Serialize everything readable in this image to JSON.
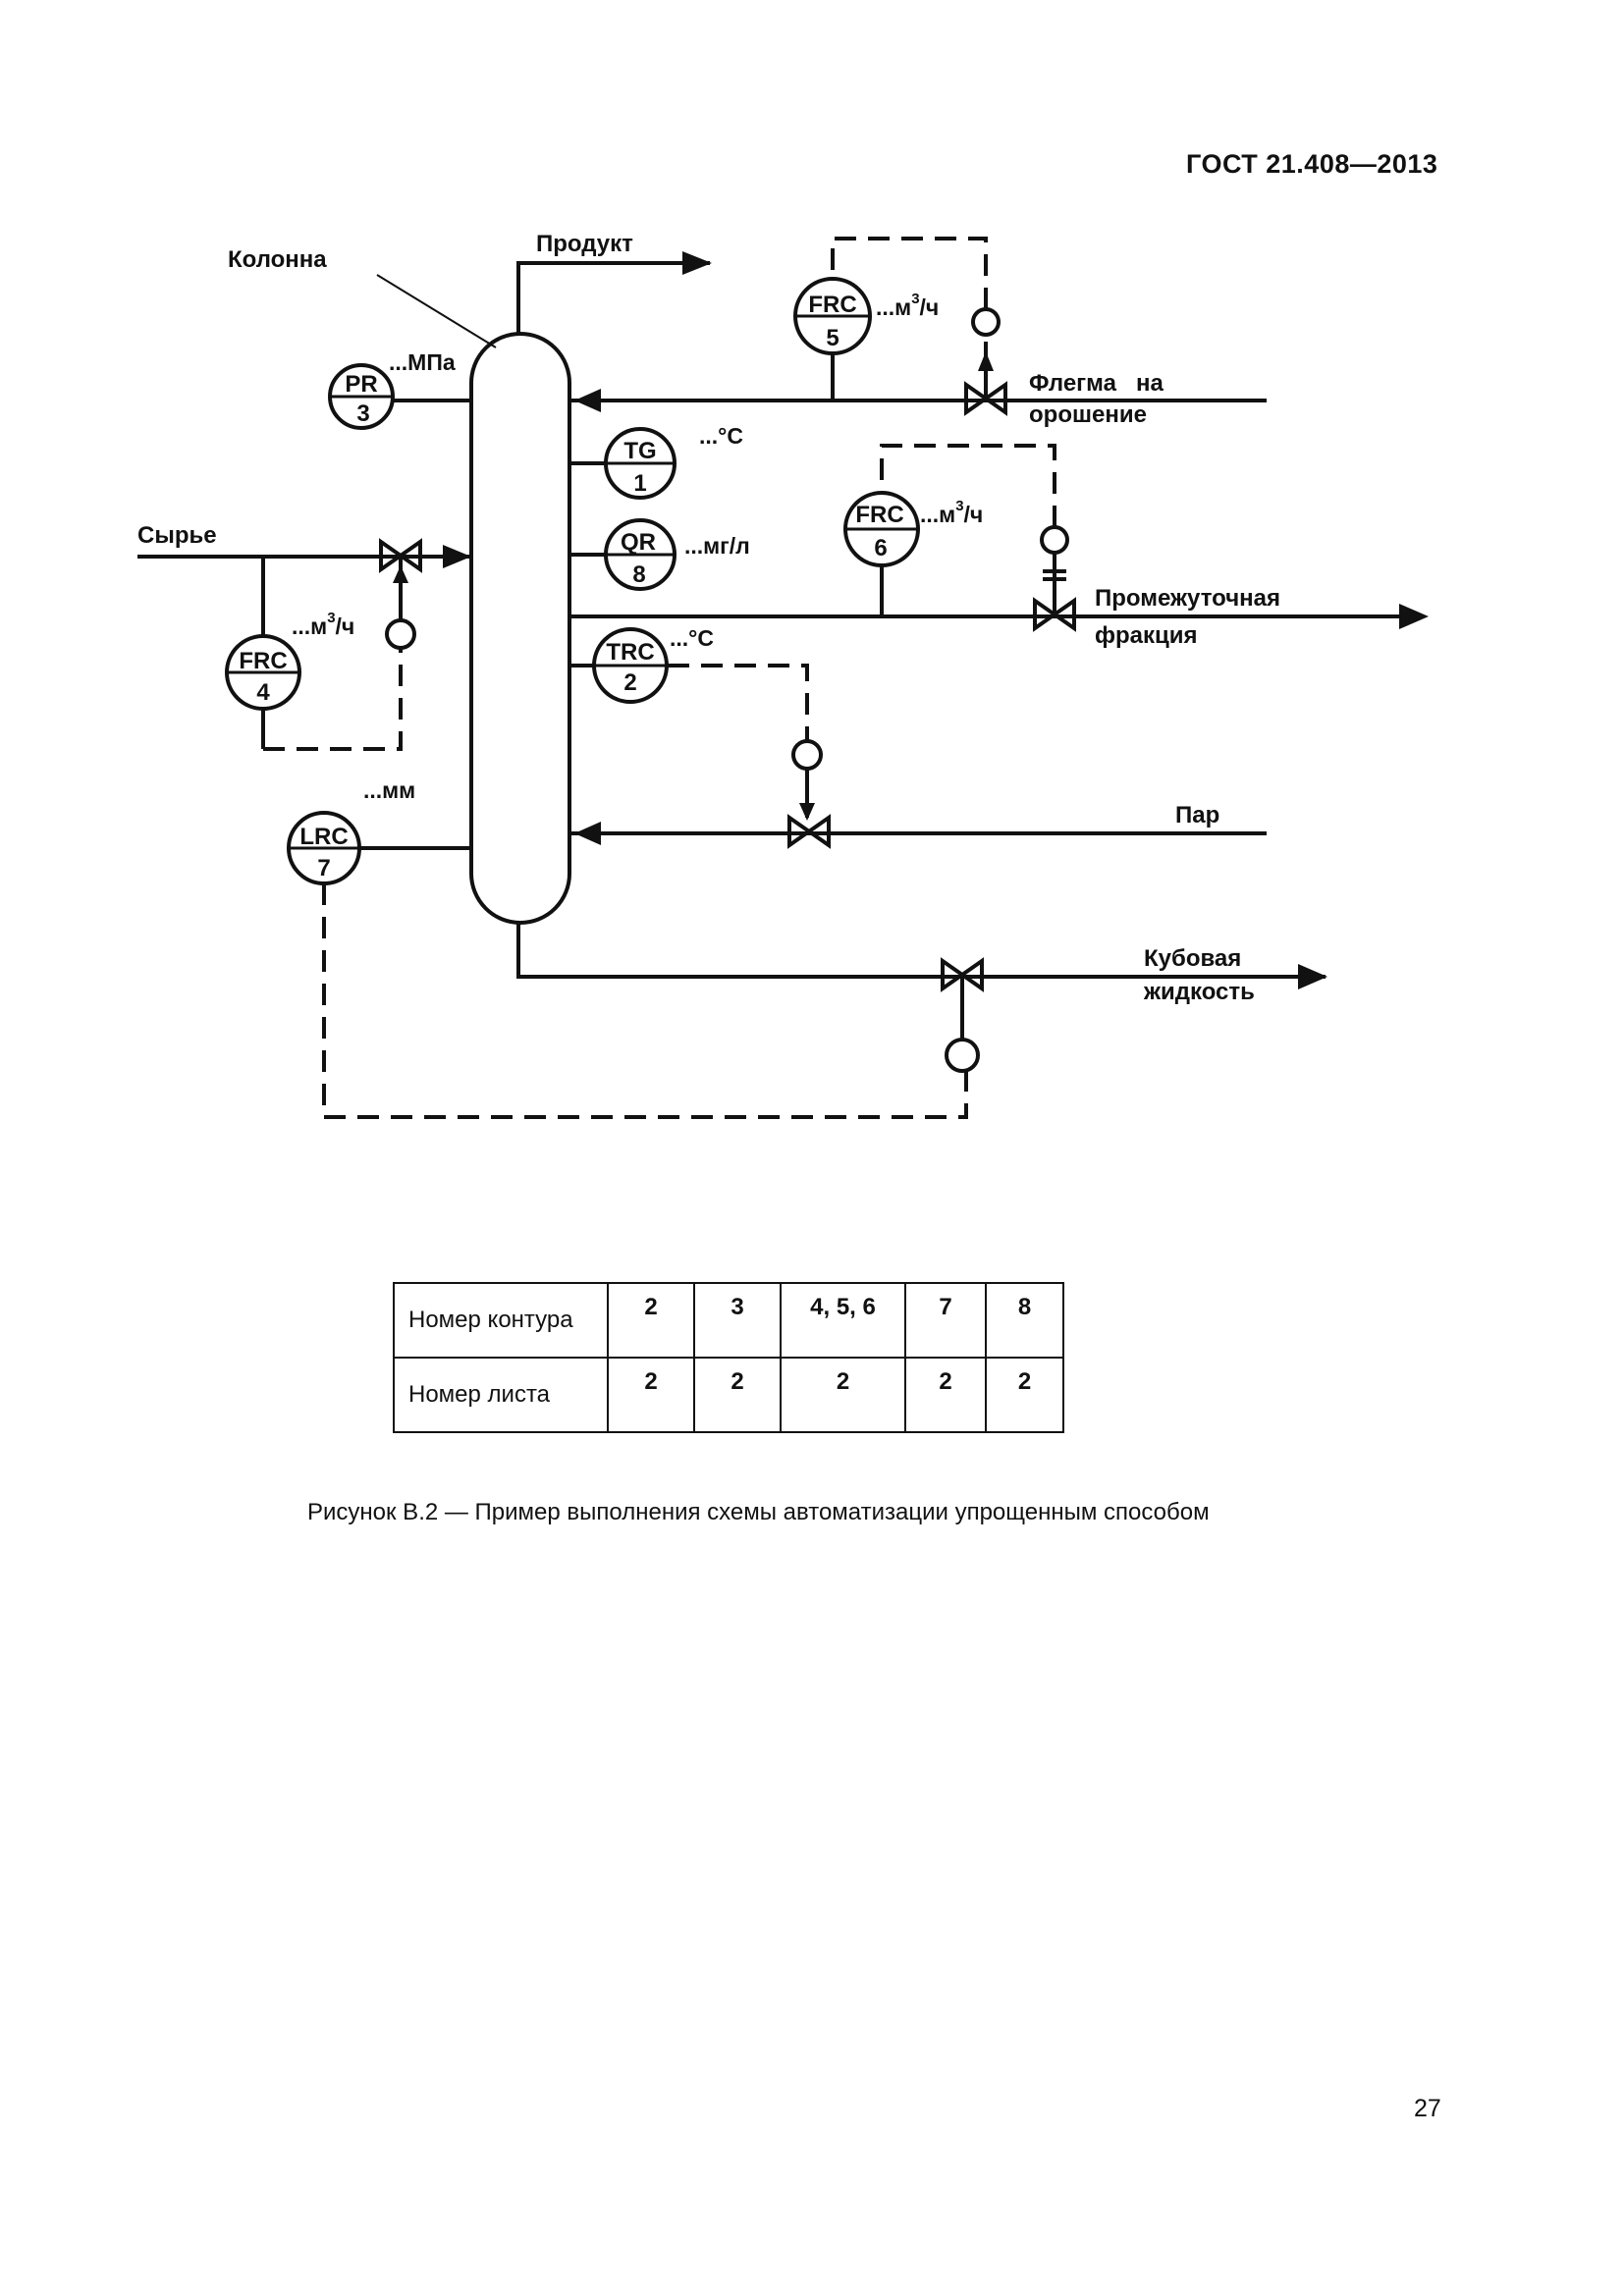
{
  "header": {
    "standard": "ГОСТ 21.408—2013"
  },
  "labels": {
    "column": "Колонна",
    "product": "Продукт",
    "raw": "Сырье",
    "reflux_1": "Флегма   на",
    "reflux_2": "орошение",
    "intermediate_1": "Промежуточная",
    "intermediate_2": "фракция",
    "steam": "Пар",
    "bottoms_1": "Кубовая",
    "bottoms_2": "жидкость"
  },
  "instruments": [
    {
      "id": "pr3",
      "letters": "PR",
      "number": "3",
      "unit": "...МПа"
    },
    {
      "id": "tg1",
      "letters": "TG",
      "number": "1",
      "unit": "...°С"
    },
    {
      "id": "qr8",
      "letters": "QR",
      "number": "8",
      "unit": "...мг/л"
    },
    {
      "id": "trc2",
      "letters": "TRC",
      "number": "2",
      "unit": "...°С"
    },
    {
      "id": "frc5",
      "letters": "FRC",
      "number": "5",
      "unit": "...м",
      "unit_sup": "3",
      "unit_tail": "/ч"
    },
    {
      "id": "frc6",
      "letters": "FRC",
      "number": "6",
      "unit": "...м",
      "unit_sup": "3",
      "unit_tail": "/ч"
    },
    {
      "id": "frc4",
      "letters": "FRC",
      "number": "4",
      "unit": "...м",
      "unit_sup": "3",
      "unit_tail": "/ч"
    },
    {
      "id": "lrc7",
      "letters": "LRC",
      "number": "7",
      "unit": "...мм"
    }
  ],
  "table": {
    "row1_label": "Номер контура",
    "row2_label": "Номер листа",
    "contours": [
      "2",
      "3",
      "4, 5, 6",
      "7",
      "8"
    ],
    "sheets": [
      "2",
      "2",
      "2",
      "2",
      "2"
    ]
  },
  "caption": "Рисунок В.2 — Пример выполнения схемы автоматизации упрощенным способом",
  "page_number": "27"
}
